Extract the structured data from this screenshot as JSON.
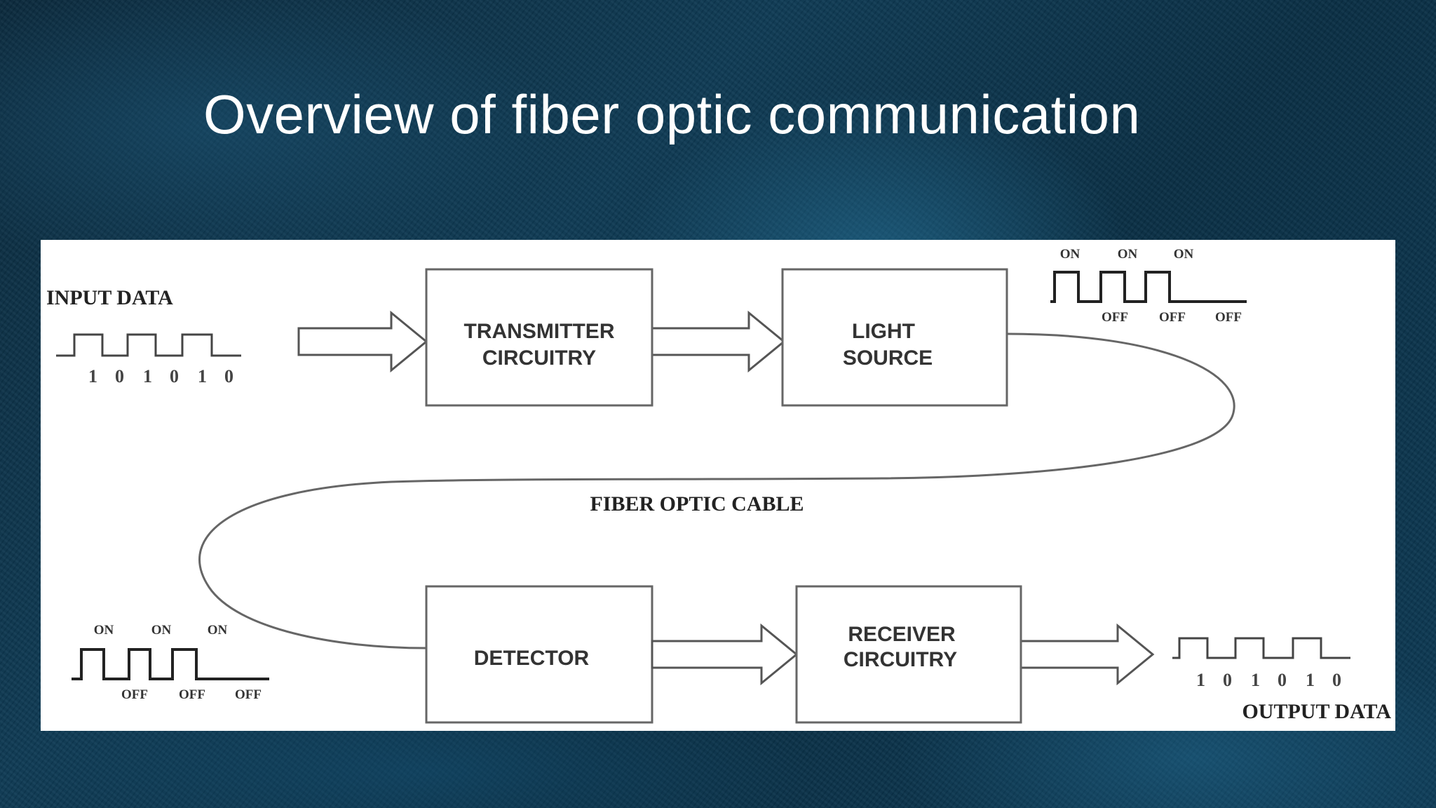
{
  "slide": {
    "title": "Overview of fiber optic communication"
  },
  "diagram": {
    "input": {
      "label": "INPUT DATA",
      "bits": [
        "1",
        "0",
        "1",
        "0",
        "1",
        "0"
      ]
    },
    "output": {
      "label": "OUTPUT DATA",
      "bits": [
        "1",
        "0",
        "1",
        "0",
        "1",
        "0"
      ]
    },
    "blocks": {
      "transmitter": [
        "TRANSMITTER",
        "CIRCUITRY"
      ],
      "light_source": [
        "LIGHT",
        "SOURCE"
      ],
      "detector": [
        "DETECTOR"
      ],
      "receiver": [
        "RECEIVER",
        "CIRCUITRY"
      ]
    },
    "cable_label": "FIBER OPTIC CABLE",
    "pulse_top": {
      "on": [
        "ON",
        "ON",
        "ON"
      ],
      "off": [
        "OFF",
        "OFF",
        "OFF"
      ]
    },
    "pulse_bottom": {
      "on": [
        "ON",
        "ON",
        "ON"
      ],
      "off": [
        "OFF",
        "OFF",
        "OFF"
      ]
    }
  }
}
